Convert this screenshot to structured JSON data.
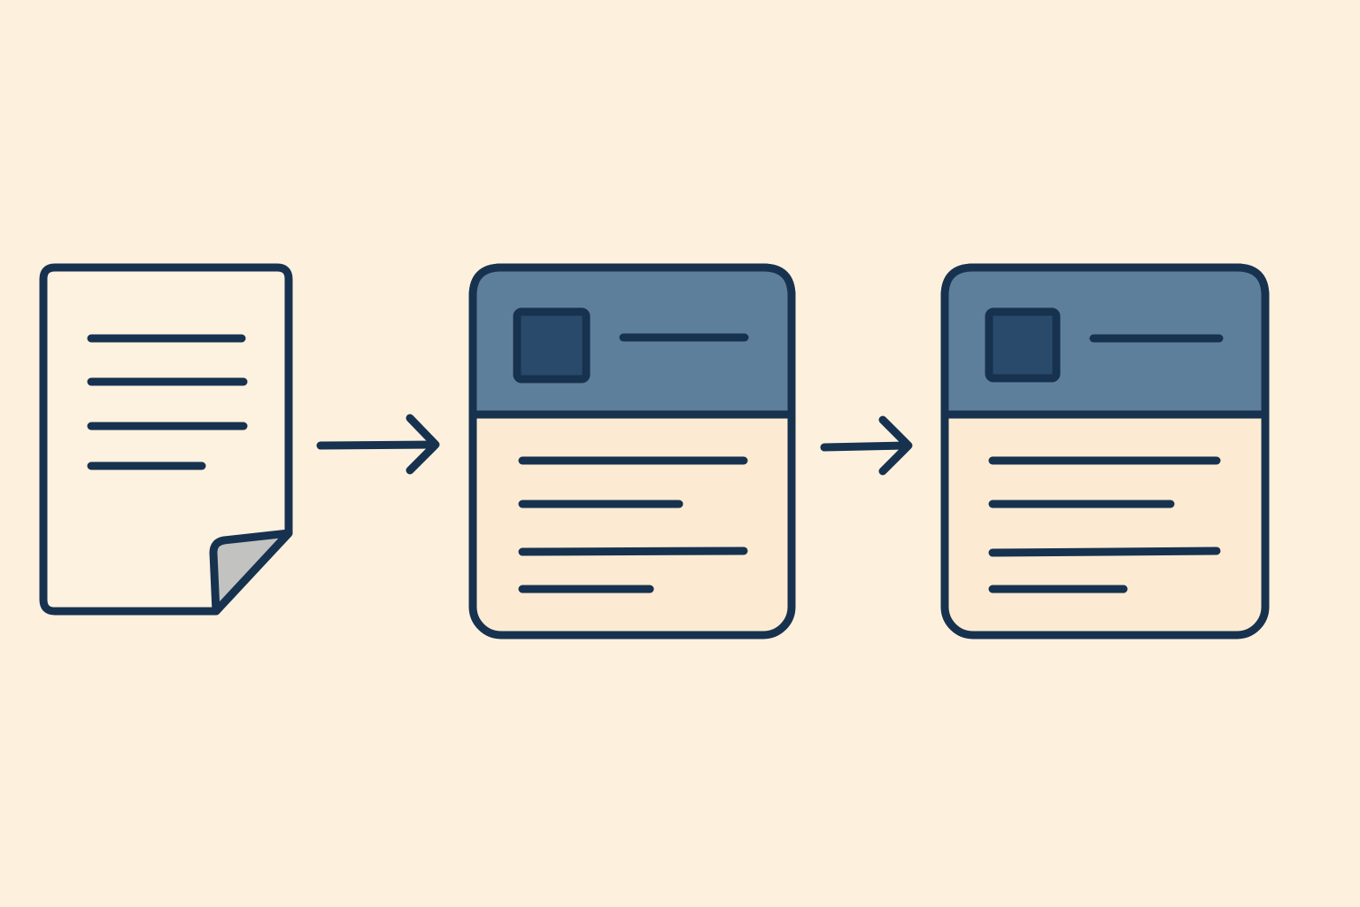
{
  "diagram": {
    "type": "flow",
    "description_free": true,
    "colors": {
      "background": "#fdf0dd",
      "outline": "#17324f",
      "paper_fill": "#fdf1df",
      "fold_fill": "#c2c2c0",
      "header_fill": "#5e7f9c",
      "thumbnail_fill": "#2a4a6b",
      "body_fill": "#fcebd2"
    },
    "nodes": [
      {
        "id": "source-document",
        "icon": "document-icon"
      },
      {
        "id": "card-1",
        "icon": "card-icon"
      },
      {
        "id": "card-2",
        "icon": "card-icon"
      }
    ],
    "edges": [
      {
        "from": "source-document",
        "to": "card-1",
        "icon": "arrow-right-icon"
      },
      {
        "from": "card-1",
        "to": "card-2",
        "icon": "arrow-right-icon"
      }
    ]
  }
}
